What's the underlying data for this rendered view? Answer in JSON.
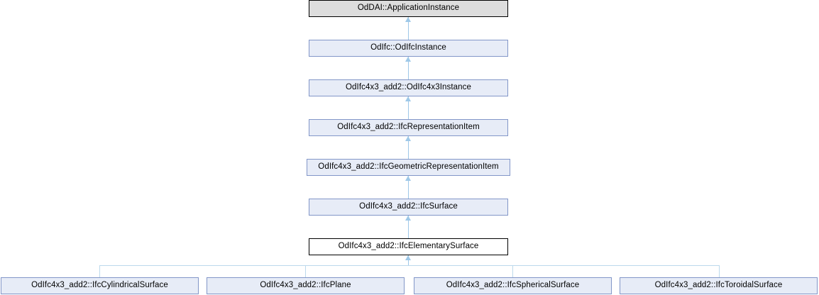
{
  "diagram": {
    "title": "OdIfc4x3_add2::IfcElementarySurface inheritance diagram",
    "type": "class-inheritance",
    "colors": {
      "root_fill": "#dddddd",
      "root_border": "#000000",
      "ancestor_fill": "#e7ecf7",
      "ancestor_border": "#8296c8",
      "current_fill": "#ffffff",
      "current_border": "#000000",
      "edge": "#9ec8e8",
      "bus": "#bcd9ec",
      "background": "#ffffff",
      "text": "#000000"
    },
    "chain": [
      {
        "label": "OdDAI::ApplicationInstance",
        "style": "root"
      },
      {
        "label": "OdIfc::OdIfcInstance",
        "style": "ancestor"
      },
      {
        "label": "OdIfc4x3_add2::OdIfc4x3Instance",
        "style": "ancestor"
      },
      {
        "label": "OdIfc4x3_add2::IfcRepresentationItem",
        "style": "ancestor"
      },
      {
        "label": "OdIfc4x3_add2::IfcGeometricRepresentationItem",
        "style": "ancestor"
      },
      {
        "label": "OdIfc4x3_add2::IfcSurface",
        "style": "ancestor"
      },
      {
        "label": "OdIfc4x3_add2::IfcElementarySurface",
        "style": "current"
      }
    ],
    "derived": [
      {
        "label": "OdIfc4x3_add2::IfcCylindricalSurface",
        "style": "leaf"
      },
      {
        "label": "OdIfc4x3_add2::IfcPlane",
        "style": "leaf"
      },
      {
        "label": "OdIfc4x3_add2::IfcSphericalSurface",
        "style": "leaf"
      },
      {
        "label": "OdIfc4x3_add2::IfcToroidalSurface",
        "style": "leaf"
      }
    ]
  }
}
